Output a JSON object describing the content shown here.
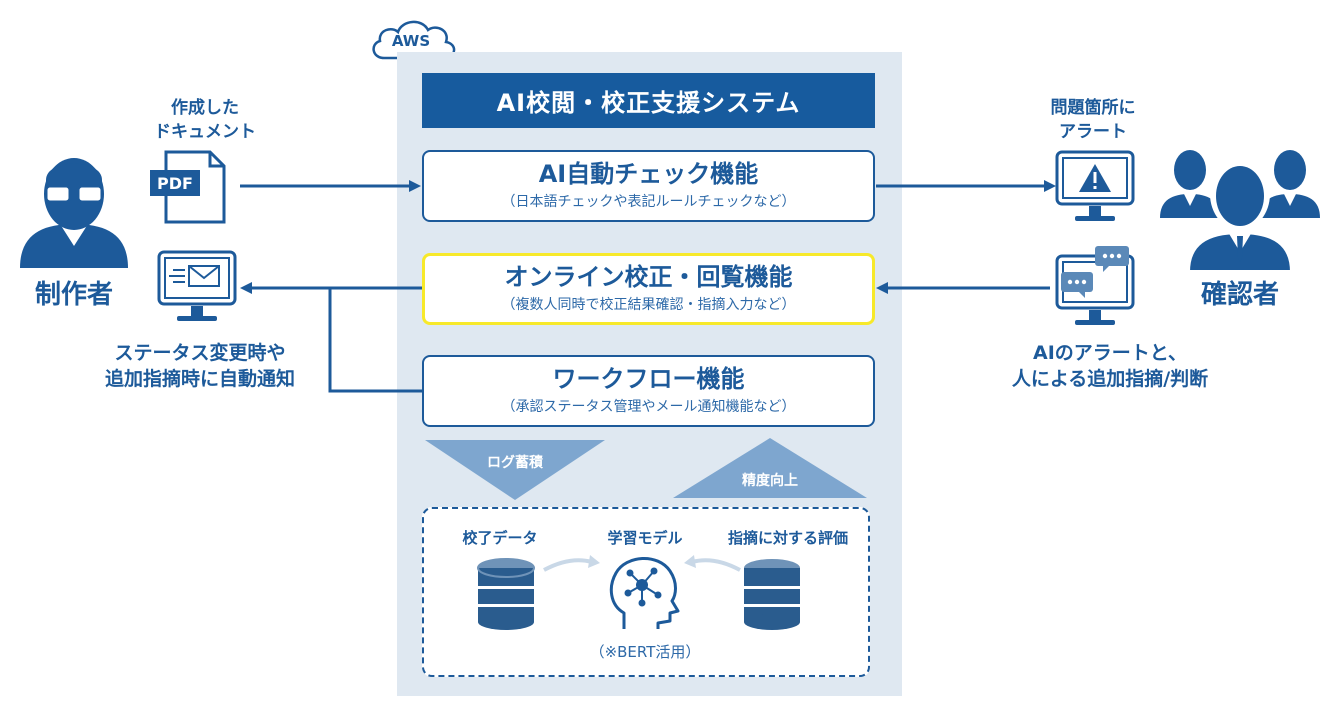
{
  "cloud": {
    "label": "AWS"
  },
  "system": {
    "title": "AI校閲・校正支援システム"
  },
  "features": [
    {
      "title": "AI自動チェック機能",
      "subtitle": "（日本語チェックや表記ルールチェックなど）"
    },
    {
      "title": "オンライン校正・回覧機能",
      "subtitle": "（複数人同時で校正結果確認・指摘入力など）"
    },
    {
      "title": "ワークフロー機能",
      "subtitle": "（承認ステータス管理やメール通知機能など）"
    }
  ],
  "producer": {
    "label": "制作者",
    "document_caption_line1": "作成した",
    "document_caption_line2": "ドキュメント",
    "pdf_label": "PDF",
    "notify_caption_line1": "ステータス変更時や",
    "notify_caption_line2": "追加指摘時に自動通知"
  },
  "reviewer": {
    "label": "確認者",
    "alert_caption_line1": "問題箇所に",
    "alert_caption_line2": "アラート",
    "judge_caption_line1": "AIのアラートと、",
    "judge_caption_line2": "人による追加指摘/判断"
  },
  "feedback": {
    "log_label": "ログ蓄積",
    "accuracy_label": "精度向上"
  },
  "learning": {
    "completed_data_label": "校了データ",
    "model_label": "学習モデル",
    "evaluation_label": "指摘に対する評価",
    "model_note": "（※BERT活用）"
  },
  "colors": {
    "primary": "#175b9e",
    "panel": "#dfe8f1",
    "highlight": "#f7e92a",
    "triangle": "#7ea6cf"
  }
}
